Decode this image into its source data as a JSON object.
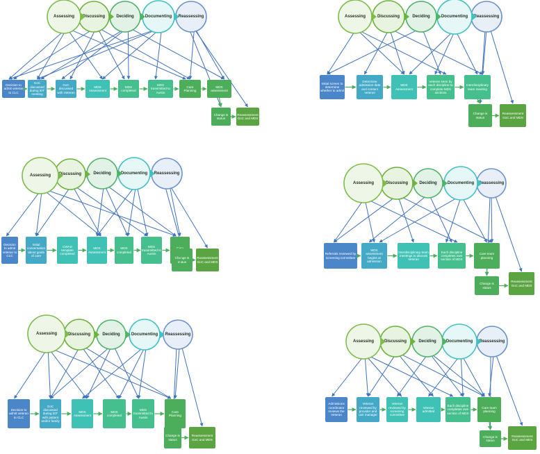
{
  "colors": {
    "assessing_fill": "#eef6e8",
    "assessing_stroke": "#7dbb4a",
    "discussing_fill": "#e8f3e0",
    "discussing_stroke": "#6cb33f",
    "deciding_fill": "#e2f2e6",
    "deciding_stroke": "#4fb36a",
    "documenting_fill": "#e6f7f7",
    "documenting_stroke": "#41c1c1",
    "reassessing_fill": "#e8eff9",
    "reassessing_stroke": "#6b93cf",
    "box_blue": "#4b86c9",
    "box_teal_blue": "#44a9c6",
    "box_teal": "#3fc2b5",
    "box_green_teal": "#45bf8d",
    "box_green": "#4cae5a",
    "box_green_dark": "#5aa442",
    "arrow": "#3f72bf"
  },
  "panels": [
    {
      "stages": [
        "Assessing",
        "Discussing",
        "Deciding",
        "Documenting",
        "Reassessing"
      ],
      "boxes": [
        "Decision to admit veteran to CLC",
        "GoC discussed during IDT meeting",
        "GoC discussed with Veteran",
        "MDS Assessment",
        "MDS completed",
        "MDS transmitted to Austin",
        "Care Planning",
        "MDS assessment"
      ],
      "extra": [
        "Change is status",
        "Reassessment GoC and MDS"
      ]
    },
    {
      "stages": [
        "Assessing",
        "Discussing",
        "Deciding",
        "Documenting",
        "Reassessing"
      ],
      "boxes": [
        "Initial screen to determine whether to admit",
        "Determine admission date and contact Veteran",
        "MDS Assessment",
        "Veteran seen by each discipline to complete MDS sections",
        "Interdisciplinary team meeting"
      ],
      "extra": [
        "Change is status",
        "Reassessment GoC and MDS"
      ]
    },
    {
      "stages": [
        "Assessing",
        "Discussing",
        "Deciding",
        "Documenting",
        "Reassessing"
      ],
      "boxes": [
        "Decision to admit veteran to CLC",
        "Initial conversation about goals of care",
        "CWAD template completed",
        "MDS Assessment",
        "MDS completed",
        "MDS transmitted to Austin",
        "Care Planning"
      ],
      "extra": [
        "Change is status",
        "Reassessment GoC and MDS"
      ]
    },
    {
      "stages": [
        "Assessing",
        "Discussing",
        "Deciding",
        "Documenting",
        "Reassessing"
      ],
      "boxes": [
        "Referrals reviewed by screening committee",
        "MDS assessment begins at admission",
        "Interdisciplinary team meetings to discuss Veteran",
        "Each discipline completes own section of MDS",
        "Care team planning"
      ],
      "extra": [
        "Change is status",
        "Reassessment GoC and MDS"
      ]
    },
    {
      "stages": [
        "Assessing",
        "Discussing",
        "Deciding",
        "Documenting",
        "Reassessing"
      ],
      "boxes": [
        "Decision to admit veteran to CLC",
        "GoC discussed during IDT with patient and/or family",
        "MDS Assessment",
        "MDS completed",
        "MDS transmitted to Austin",
        "Care Planning"
      ],
      "extra": [
        "Change is status",
        "Reassessment GoC and MDS"
      ]
    },
    {
      "stages": [
        "Assessing",
        "Discussing",
        "Deciding",
        "Documenting",
        "Reassessing"
      ],
      "boxes": [
        "Admissions coordinator reviews the Veteran",
        "Veteran reviewed by provider and unit manager",
        "Veteran reviewed by screening committee",
        "Veteran admitted",
        "Each discipline completes own section of MDS",
        "Care team planning"
      ],
      "extra": [
        "Change is status",
        "Reassessment GoC and MDS"
      ]
    }
  ]
}
